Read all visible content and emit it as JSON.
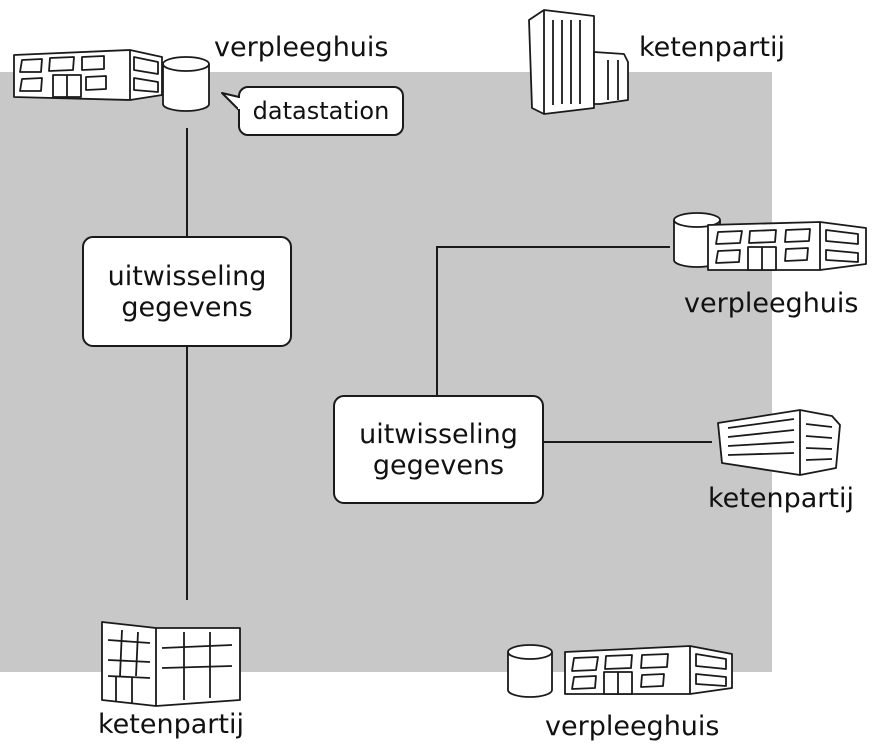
{
  "colors": {
    "region": "#c8c8c8",
    "line": "#1a1a1a",
    "box_fill": "#ffffff"
  },
  "nodes": {
    "verpleeghuis_top": "verpleeghuis",
    "datastation": "datastation",
    "ketenpartij_top": "ketenpartij",
    "exchange_1": {
      "line1": "uitwisseling",
      "line2": "gegevens"
    },
    "verpleeghuis_right": "verpleeghuis",
    "exchange_2": {
      "line1": "uitwisseling",
      "line2": "gegevens"
    },
    "ketenpartij_right": "ketenpartij",
    "ketenpartij_bottom": "ketenpartij",
    "verpleeghuis_bottom": "verpleeghuis"
  },
  "icons": [
    "nursing-home-icon",
    "data-cylinder-icon",
    "tower-building-icon",
    "office-building-icon"
  ]
}
